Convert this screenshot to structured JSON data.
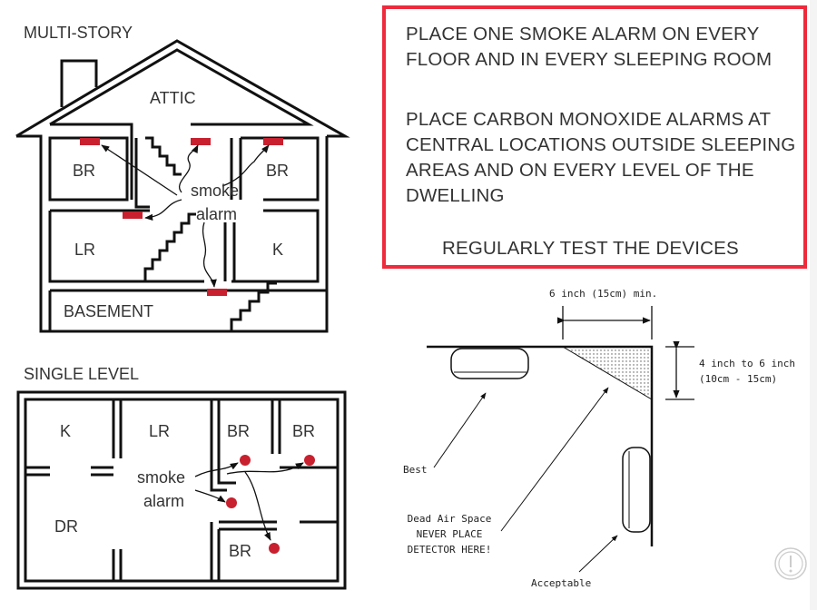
{
  "multi_story": {
    "title": "MULTI-STORY",
    "rooms": {
      "attic": "ATTIC",
      "br_left": "BR",
      "br_right": "BR",
      "lr": "LR",
      "k": "K",
      "basement": "BASEMENT"
    },
    "callout_line1": "smoke",
    "callout_line2": "alarm"
  },
  "single_level": {
    "title": "SINGLE LEVEL",
    "rooms": {
      "k": "K",
      "lr": "LR",
      "br1": "BR",
      "br2": "BR",
      "br3": "BR",
      "dr": "DR"
    },
    "callout_line1": "smoke",
    "callout_line2": "alarm"
  },
  "notice": {
    "line1": "PLACE ONE SMOKE ALARM ON EVERY",
    "line2": "FLOOR AND IN EVERY SLEEPING ROOM",
    "line3": "PLACE CARBON MONOXIDE ALARMS AT",
    "line4": "CENTRAL LOCATIONS OUTSIDE SLEEPING",
    "line5": "AREAS AND ON EVERY LEVEL OF THE",
    "line6": "DWELLING",
    "line7": "REGULARLY TEST THE DEVICES"
  },
  "placement": {
    "horizontal_dim": "6 inch (15cm) min.",
    "vertical_dim_line1": "4 inch to 6 inch",
    "vertical_dim_line2": "(10cm - 15cm)",
    "best": "Best",
    "dead_air_line1": "Dead Air Space",
    "dead_air_line2": "NEVER PLACE",
    "dead_air_line3": "DETECTOR HERE!",
    "acceptable": "Acceptable"
  },
  "colors": {
    "alarm": "#c8202e",
    "border": "#ee2a3c"
  }
}
